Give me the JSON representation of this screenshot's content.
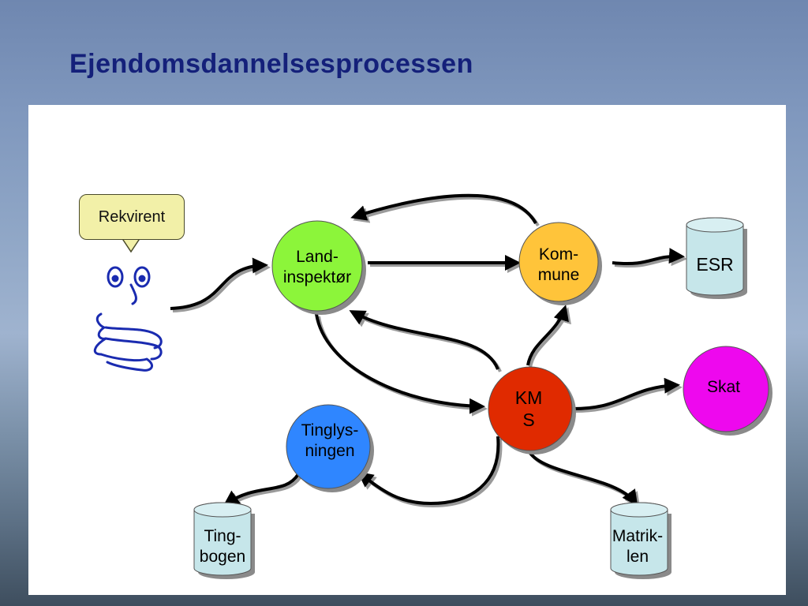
{
  "slide": {
    "title": "Ejendomsdannelsesprocessen"
  },
  "bubble": {
    "text": "Rekvirent"
  },
  "nodes": {
    "landinspektor": {
      "line1": "Land-",
      "line2": "inspektør",
      "color": "#8cf53a"
    },
    "kommune": {
      "line1": "Kom-",
      "line2": "mune",
      "color": "#ffc43a"
    },
    "kms": {
      "line1": "KM",
      "line2": "S",
      "color": "#e02a00"
    },
    "tinglysningen": {
      "line1": "Tinglys-",
      "line2": "ningen",
      "color": "#2f86ff"
    },
    "skat": {
      "line1": "Skat",
      "color": "#ee08ee"
    },
    "esr": {
      "line1": "ESR",
      "color": "#c6e6ea"
    },
    "tingbogen": {
      "line1": "Ting-",
      "line2": "bogen",
      "color": "#c6e6ea"
    },
    "matriklen": {
      "line1": "Matrik-",
      "line2": "len",
      "color": "#c6e6ea"
    }
  }
}
